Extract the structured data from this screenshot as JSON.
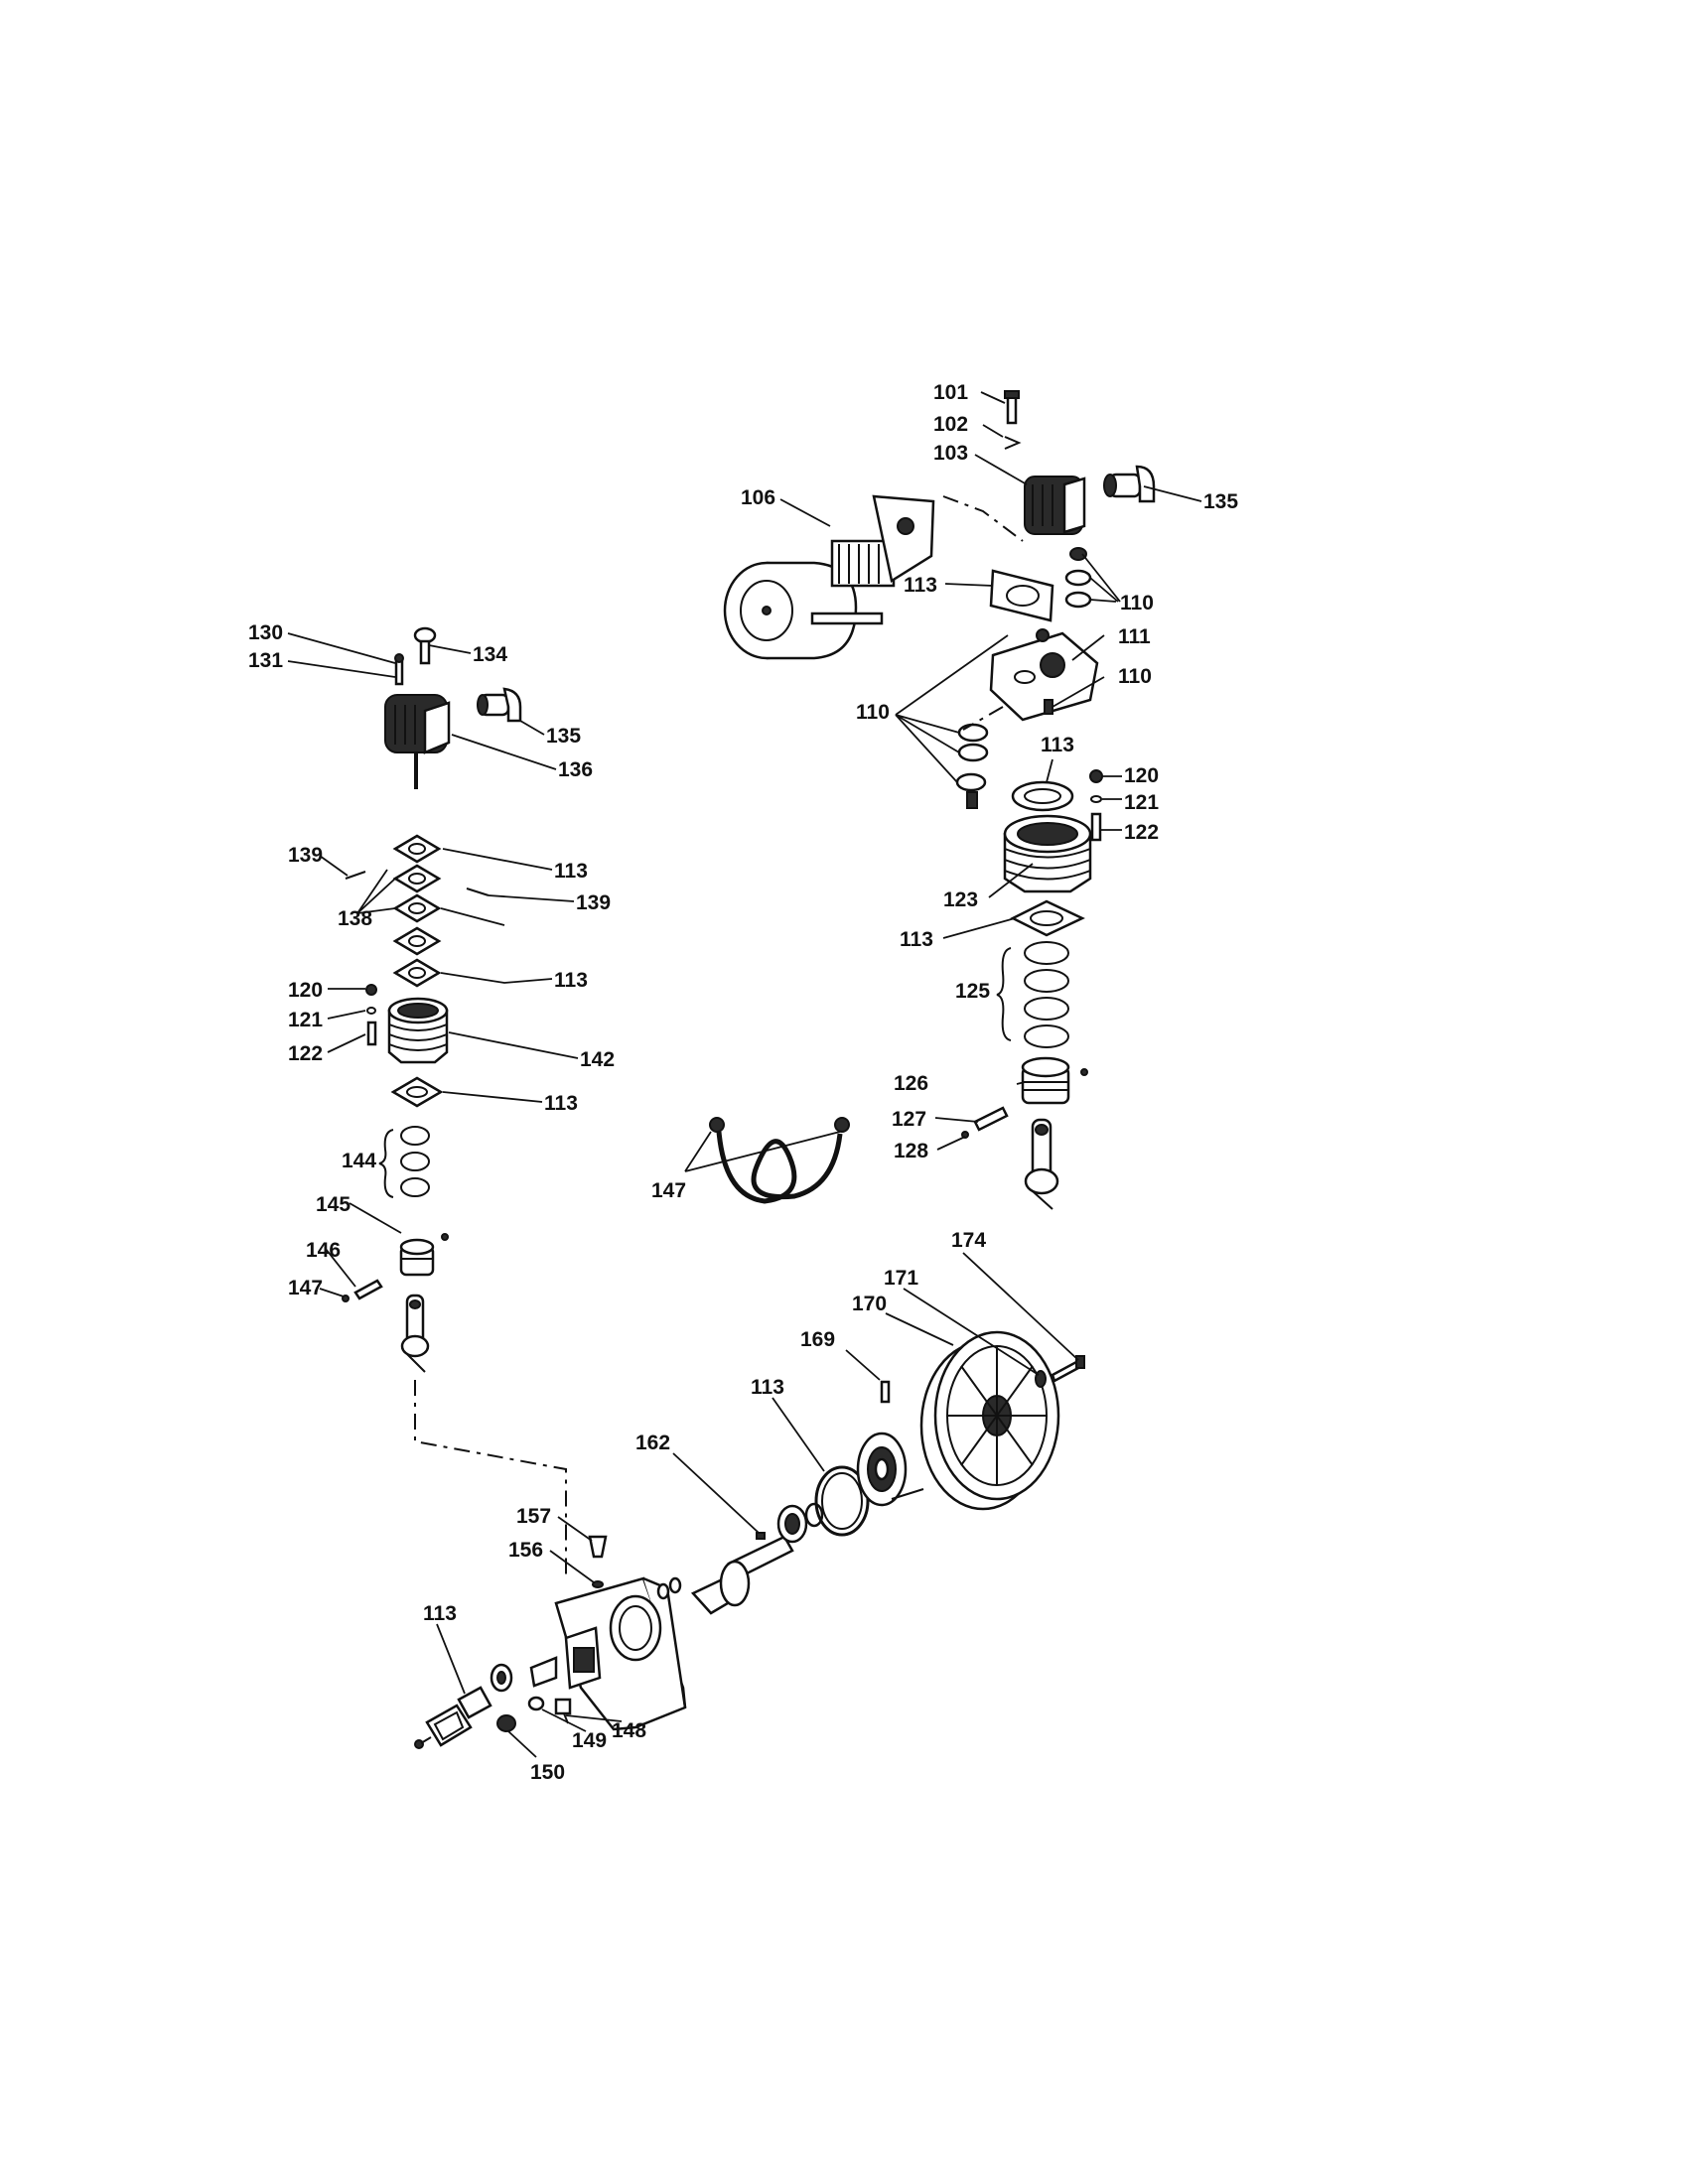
{
  "callouts": {
    "c101": "101",
    "c102": "102",
    "c103": "103",
    "c106": "106",
    "c135a": "135",
    "c113a": "113",
    "c110a": "110",
    "c111": "111",
    "c110b": "110",
    "c110c": "110",
    "c113b": "113",
    "c120a": "120",
    "c121a": "121",
    "c122a": "122",
    "c123": "123",
    "c113c": "113",
    "c125": "125",
    "c126": "126",
    "c127": "127",
    "c128": "128",
    "c130": "130",
    "c131": "131",
    "c134": "134",
    "c135b": "135",
    "c136": "136",
    "c139a": "139",
    "c138": "138",
    "c113d": "113",
    "c139b": "139",
    "c113e": "113",
    "c120b": "120",
    "c121b": "121",
    "c122b": "122",
    "c142": "142",
    "c113f": "113",
    "c144": "144",
    "c145": "145",
    "c146": "146",
    "c147a": "147",
    "c147b": "147",
    "c174": "174",
    "c171": "171",
    "c170": "170",
    "c169": "169",
    "c113g": "113",
    "c162": "162",
    "c157": "157",
    "c156": "156",
    "c113h": "113",
    "c148": "148",
    "c149": "149",
    "c150": "150"
  }
}
